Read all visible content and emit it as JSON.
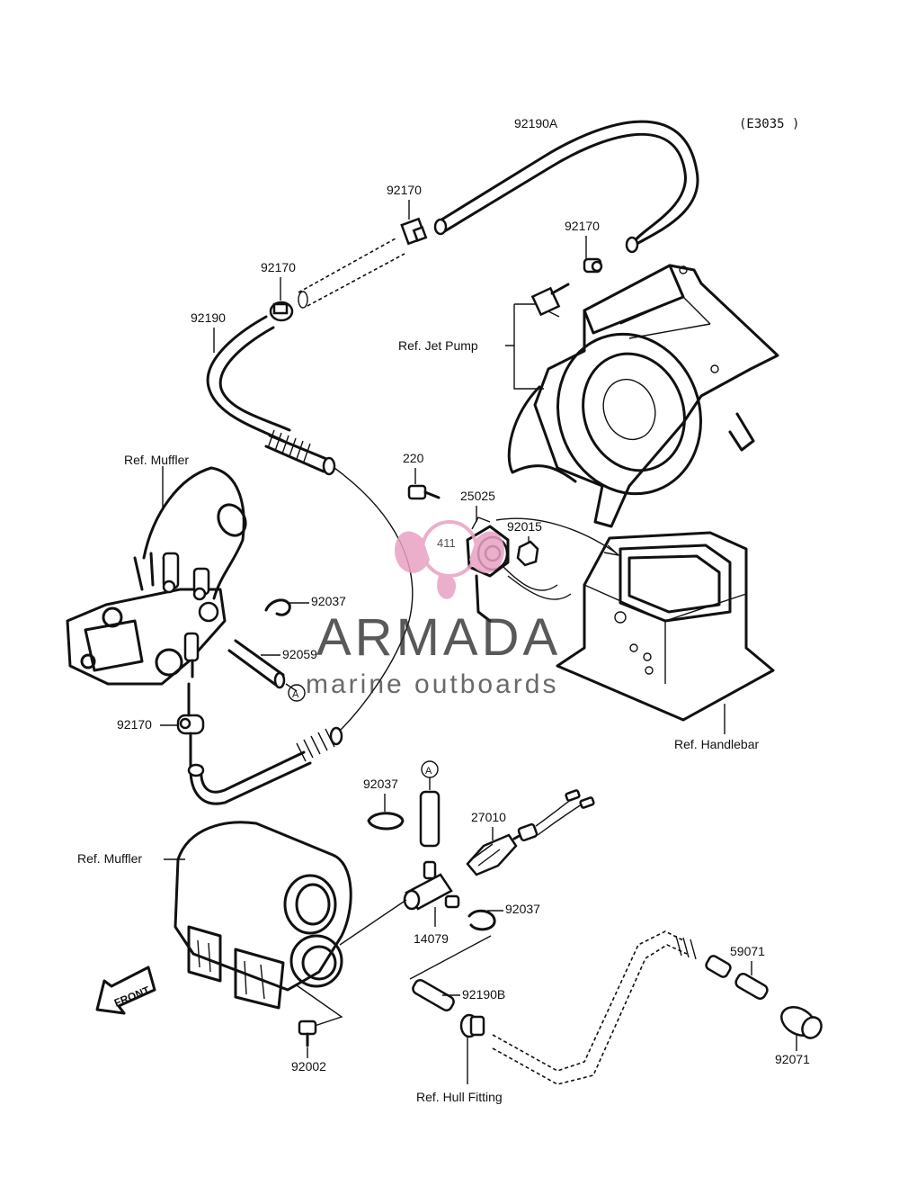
{
  "diagram_code": "(E3035 )",
  "watermark": {
    "brand": "ARMADA",
    "tagline": "marine outboards",
    "badge_number": "411",
    "accent": "#e8a2c4"
  },
  "callouts": {
    "p92190A": "92190A",
    "p92170_top": "92170",
    "p92170_right": "92170",
    "p92170_left": "92170",
    "p92190": "92190",
    "ref_jet_pump": "Ref. Jet Pump",
    "ref_muffler_top": "Ref. Muffler",
    "p220": "220",
    "p25025": "25025",
    "p92015": "92015",
    "p92037_top": "92037",
    "p92059": "92059",
    "p92170_bottom": "92170",
    "ref_handlebar": "Ref. Handlebar",
    "p92037_mid": "92037",
    "p27010": "27010",
    "ref_muffler_bottom": "Ref. Muffler",
    "p92037_right": "92037",
    "p14079": "14079",
    "p59071": "59071",
    "p92190B": "92190B",
    "p92002": "92002",
    "p92071": "92071",
    "ref_hull_fitting": "Ref. Hull Fitting",
    "marker_a": "A",
    "front_arrow": "FRONT"
  }
}
